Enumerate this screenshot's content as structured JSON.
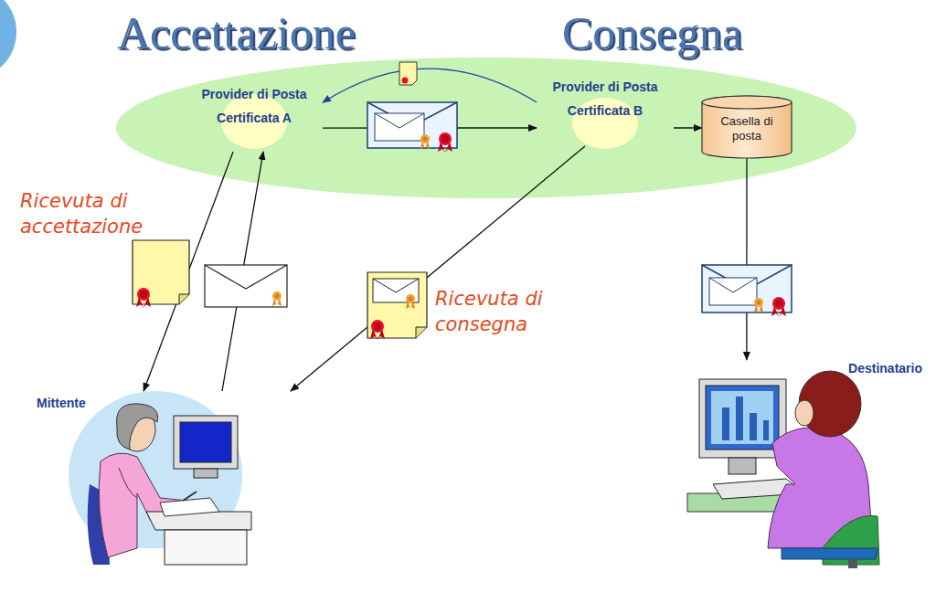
{
  "diagram": {
    "nodes": [
      {
        "text": [
          "Provider di Posta Certificata A"
        ]
      },
      {
        "text": [
          "Provider di Posta Certificata B"
        ]
      },
      {
        "text": [
          "Casella di posta"
        ]
      },
      {
        "text": [
          "Mittente"
        ]
      },
      {
        "text": [
          "Destinatario"
        ]
      }
    ],
    "edges": [
      {
        "from": 3,
        "to": 0,
        "arrow": "to"
      },
      {
        "from": 0,
        "to": 3,
        "arrow": "to"
      },
      {
        "from": 0,
        "to": 1,
        "arrow": "to"
      },
      {
        "from": 1,
        "to": 0,
        "arrow": "to"
      },
      {
        "from": 1,
        "to": 2,
        "arrow": "to"
      },
      {
        "from": 1,
        "to": 3,
        "arrow": "to"
      },
      {
        "from": 2,
        "to": 4,
        "arrow": "to"
      }
    ],
    "labels": [
      "Accettazione",
      "Consegna",
      "Ricevuta di accettazione",
      "Ricevuta di consegna"
    ]
  }
}
